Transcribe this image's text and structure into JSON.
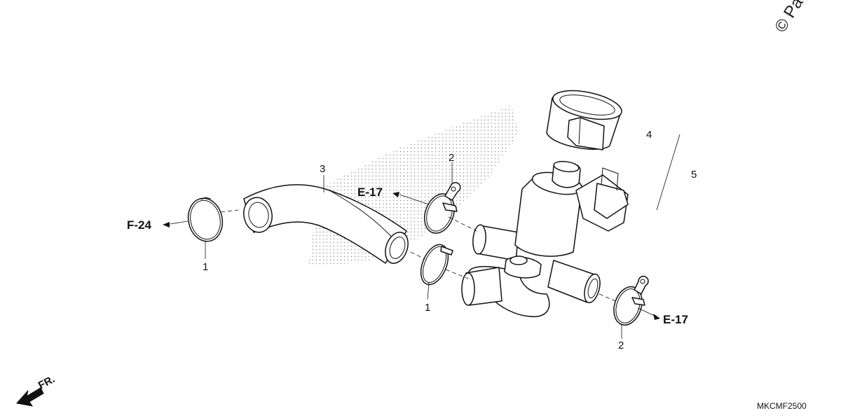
{
  "watermark": "© Pa",
  "drawing_code": "MKCMF2500",
  "front_indicator": "FR.",
  "references": {
    "f24": "F-24",
    "e17_top": "E-17",
    "e17_bottom": "E-17"
  },
  "callouts": {
    "c1_left": "1",
    "c1_mid": "1",
    "c2_top": "2",
    "c2_bottom": "2",
    "c3": "3",
    "c4": "4",
    "c5": "5"
  }
}
